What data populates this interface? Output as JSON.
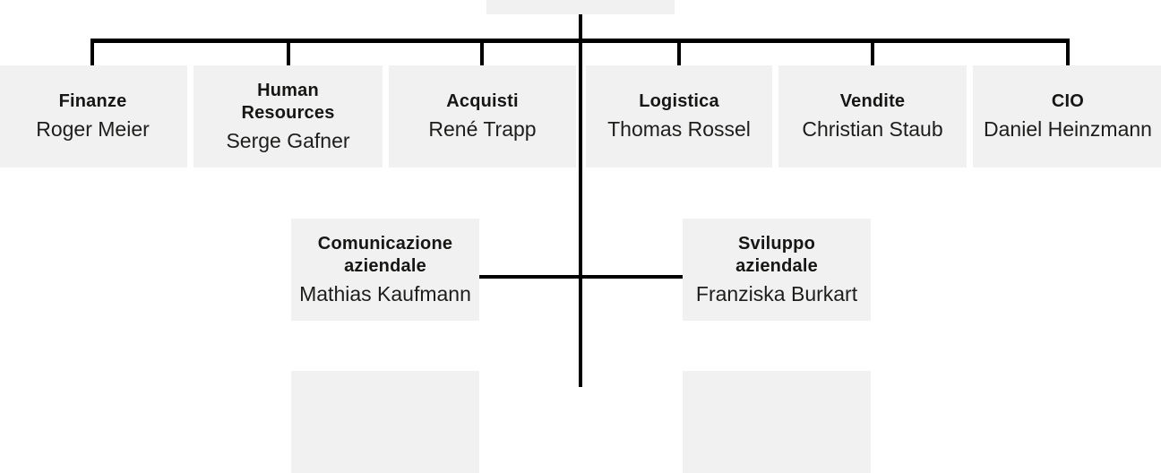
{
  "palette": {
    "box_bg": "#f1f1f2",
    "line_color": "#000000",
    "text_color": "#161614"
  },
  "org_chart": {
    "type": "organization-chart",
    "root": {
      "note_visible_text": ""
    },
    "level1": [
      {
        "id": "finanze",
        "title_lines": [
          "Finanze"
        ],
        "name": "Roger Meier"
      },
      {
        "id": "human-resources",
        "title_lines": [
          "Human",
          "Resources"
        ],
        "name": "Serge Gafner"
      },
      {
        "id": "acquisti",
        "title_lines": [
          "Acquisti"
        ],
        "name": "René Trapp"
      },
      {
        "id": "logistica",
        "title_lines": [
          "Logistica"
        ],
        "name": "Thomas Rossel"
      },
      {
        "id": "vendite",
        "title_lines": [
          "Vendite"
        ],
        "name": "Christian Staub"
      },
      {
        "id": "cio",
        "title_lines": [
          "CIO"
        ],
        "name": "Daniel Heinzmann"
      }
    ],
    "staff": [
      {
        "id": "comunicazione-aziendale",
        "title_lines": [
          "Comunicazione",
          "aziendale"
        ],
        "name": "Mathias Kaufmann"
      },
      {
        "id": "sviluppo-aziendale",
        "title_lines": [
          "Sviluppo",
          "aziendale"
        ],
        "name": "Franziska Burkart"
      }
    ]
  }
}
